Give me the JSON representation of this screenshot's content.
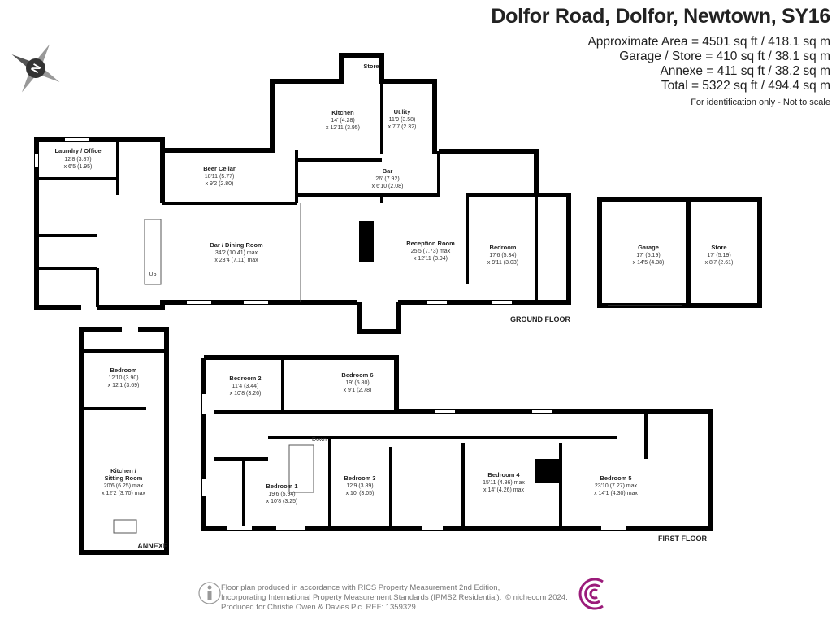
{
  "header": {
    "title": "Dolfor Road, Dolfor, Newtown, SY16",
    "areas": [
      "Approximate Area = 4501 sq ft / 418.1 sq m",
      "Garage / Store = 410 sq ft / 38.1 sq m",
      "Annexe = 411 sq ft / 38.2 sq m",
      "Total = 5322 sq ft / 494.4 sq m"
    ],
    "disclaimer": "For identification only - Not to scale"
  },
  "compass": {
    "icon": "compass-north-icon",
    "label": "N"
  },
  "ground_floor": {
    "label": "GROUND FLOOR",
    "rooms": [
      {
        "name": "Laundry / Office",
        "dim1": "12'8 (3.87)",
        "dim2": "x 6'5 (1.95)"
      },
      {
        "name": "Beer Cellar",
        "dim1": "18'11 (5.77)",
        "dim2": "x 9'2 (2.80)"
      },
      {
        "name": "Kitchen",
        "dim1": "14' (4.28)",
        "dim2": "x 12'11 (3.95)"
      },
      {
        "name": "Utility",
        "dim1": "11'9 (3.58)",
        "dim2": "x 7'7 (2.32)"
      },
      {
        "name": "Store"
      },
      {
        "name": "Bar",
        "dim1": "26' (7.92)",
        "dim2": "x 6'10 (2.08)"
      },
      {
        "name": "Bar / Dining Room",
        "dim1": "34'2 (10.41) max",
        "dim2": "x 23'4 (7.11) max"
      },
      {
        "name": "Reception Room",
        "dim1": "25'5 (7.73) max",
        "dim2": "x 12'11 (3.94)"
      },
      {
        "name": "Bedroom",
        "dim1": "17'6 (5.34)",
        "dim2": "x 9'11 (3.03)"
      }
    ],
    "stairs_label": "Up"
  },
  "garage": {
    "rooms": [
      {
        "name": "Garage",
        "dim1": "17' (5.19)",
        "dim2": "x 14'5 (4.38)"
      },
      {
        "name": "Store",
        "dim1": "17' (5.19)",
        "dim2": "x 8'7 (2.61)"
      }
    ]
  },
  "annexe": {
    "label": "ANNEXE",
    "rooms": [
      {
        "name": "Bedroom",
        "dim1": "12'10 (3.90)",
        "dim2": "x 12'1 (3.69)"
      },
      {
        "name": "Kitchen /",
        "name2": "Sitting Room",
        "dim1": "20'6 (6.25) max",
        "dim2": "x 12'2 (3.70) max"
      }
    ]
  },
  "first_floor": {
    "label": "FIRST FLOOR",
    "stairs_label": "Down",
    "rooms": [
      {
        "name": "Bedroom 2",
        "dim1": "11'4 (3.44)",
        "dim2": "x 10'8 (3.26)"
      },
      {
        "name": "Bedroom 6",
        "dim1": "19' (5.80)",
        "dim2": "x 9'1 (2.78)"
      },
      {
        "name": "Bedroom 1",
        "dim1": "19'6 (5.94)",
        "dim2": "x 10'8 (3.25)"
      },
      {
        "name": "Bedroom 3",
        "dim1": "12'9 (3.89)",
        "dim2": "x 10' (3.05)"
      },
      {
        "name": "Bedroom 4",
        "dim1": "15'11 (4.86) max",
        "dim2": "x 14' (4.26) max"
      },
      {
        "name": "Bedroom 5",
        "dim1": "23'10 (7.27) max",
        "dim2": "x 14'1 (4.30) max"
      }
    ]
  },
  "footer": {
    "lines": [
      "Floor plan produced in accordance with RICS Property Measurement 2nd Edition,",
      "Incorporating International Property Measurement Standards (IPMS2 Residential).",
      "Produced for Christie Owen & Davies Plc.   REF: 1359329"
    ],
    "copyright": "© nichecom 2024.",
    "logo_color": "#9b1b7a"
  }
}
